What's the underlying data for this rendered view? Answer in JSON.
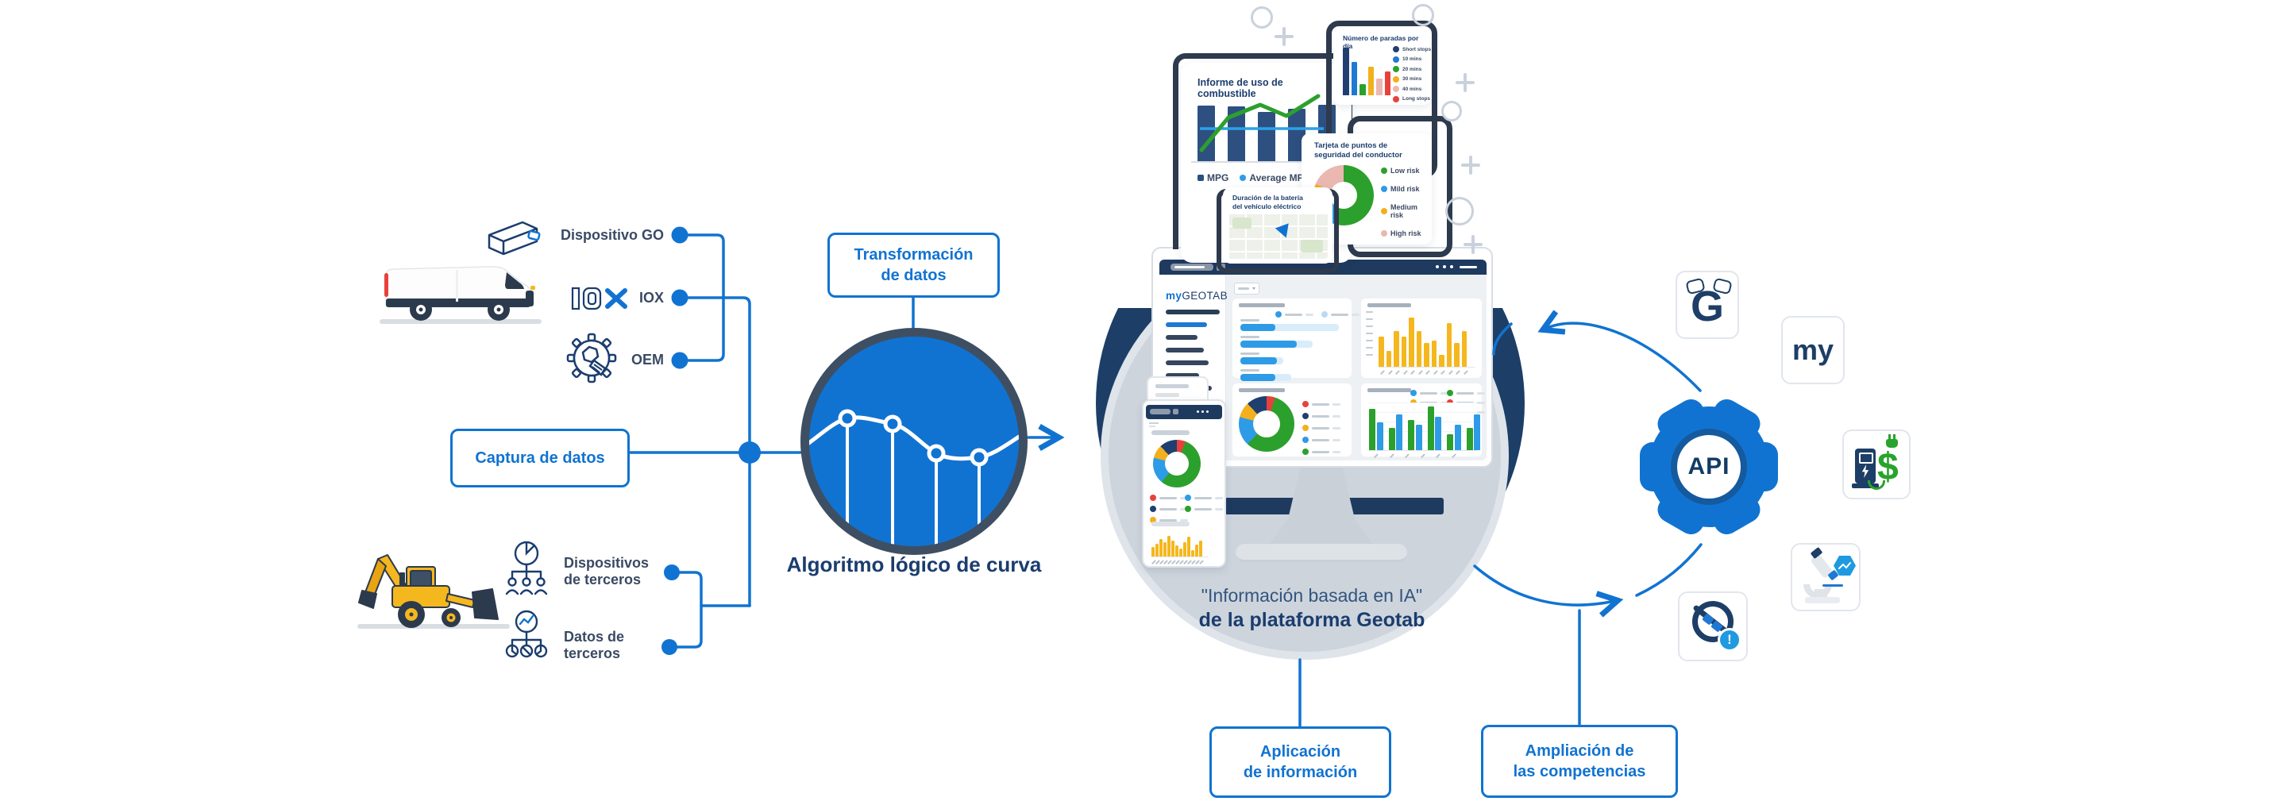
{
  "left": {
    "device_go_label": "Dispositivo GO",
    "iox_logo": "IOX",
    "iox_label": "IOX",
    "oem_label": "OEM",
    "captura_label": "Captura de datos",
    "dispositivos_line1": "Dispositivos",
    "dispositivos_line2": "de terceros",
    "datos_line1": "Datos de",
    "datos_line2": "terceros"
  },
  "center": {
    "transformacion_line1": "Transformación",
    "transformacion_line2": "de datos",
    "algoritmo_label": "Algoritmo lógico de curva"
  },
  "monitor": {
    "logo_my": "my",
    "logo_geotab": "GEOTAB",
    "caption_line1": "\"Información basada en IA\"",
    "caption_line2": "de la plataforma Geotab"
  },
  "right": {
    "api_label": "API",
    "g_icon_label": "G",
    "my_icon_label": "my",
    "aplicacion_line1": "Aplicación",
    "aplicacion_line2": "de información",
    "ampliacion_line1": "Ampliación de",
    "ampliacion_line2": "las competencias"
  },
  "cards": {
    "fuel": {
      "title": "Informe de uso de combustible",
      "bars": [
        70,
        69,
        62,
        66,
        71
      ],
      "line_points": "6,71 40,30 80,14 113,28 153,3",
      "avg_y": "44",
      "legend": [
        {
          "label": "MPG",
          "color": "#27507e",
          "shape": "square"
        },
        {
          "label": "Average MPG",
          "color": "#2e9be6",
          "shape": "circle"
        },
        {
          "label": "",
          "color": "#2ca02c",
          "shape": "circle"
        }
      ]
    },
    "stops": {
      "title": "Número de paradas por día",
      "values": [
        {
          "v": 60,
          "c": "#1f3f70"
        },
        {
          "v": 42,
          "c": "#1f78d1"
        },
        {
          "v": 14,
          "c": "#2ca02c"
        },
        {
          "v": 36,
          "c": "#f2b01e"
        },
        {
          "v": 21,
          "c": "#eab8b1"
        },
        {
          "v": 30,
          "c": "#e8413c"
        }
      ],
      "legend": [
        {
          "label": "Short stops",
          "color": "#1f3f70"
        },
        {
          "label": "10 mins",
          "color": "#1f78d1"
        },
        {
          "label": "20 mins",
          "color": "#2ca02c"
        },
        {
          "label": "30 mins",
          "color": "#f2b01e"
        },
        {
          "label": "40 mins",
          "color": "#eab8b1"
        },
        {
          "label": "Long stops",
          "color": "#e8413c"
        }
      ]
    },
    "safety": {
      "title_line1": "Tarjeta de puntos de",
      "title_line2": "seguridad del conductor",
      "donut": [
        {
          "color": "#2ca02c",
          "pct": 55
        },
        {
          "color": "#2e9be6",
          "pct": 18
        },
        {
          "color": "#f2b01e",
          "pct": 8
        },
        {
          "color": "#eab8b1",
          "pct": 19
        }
      ],
      "legend": [
        {
          "label": "Low risk",
          "color": "#2ca02c"
        },
        {
          "label": "Mild risk",
          "color": "#2e9be6"
        },
        {
          "label": "Medium risk",
          "color": "#f2b01e"
        },
        {
          "label": "High risk",
          "color": "#eab8b1"
        }
      ]
    },
    "battery": {
      "title_line1": "Duración de la batería",
      "title_line2": "del vehículo eléctrico"
    }
  },
  "dashboard": {
    "nav": [
      {
        "w": 68,
        "c": "#2c3e57"
      },
      {
        "w": 52,
        "c": "#1f78d1"
      },
      {
        "w": 40,
        "c": "#35455e"
      },
      {
        "w": 48,
        "c": "#35455e"
      },
      {
        "w": 54,
        "c": "#35455e"
      },
      {
        "w": 42,
        "c": "#35455e"
      },
      {
        "w": 58,
        "c": "#35455e"
      },
      {
        "w": 46,
        "c": "#35455e"
      },
      {
        "w": 50,
        "c": "#35455e"
      }
    ],
    "hbars": [
      {
        "fill": 44,
        "track": 124
      },
      {
        "fill": 71,
        "track": 91
      },
      {
        "fill": 46,
        "track": 54
      },
      {
        "fill": 44,
        "track": 64
      }
    ],
    "hbars_legend": [
      {
        "color": "#2e9be6"
      },
      {
        "color": "#bcd9f2"
      }
    ],
    "ybars": [
      38,
      20,
      45,
      38,
      62,
      45,
      30,
      33,
      15,
      55,
      30,
      45
    ],
    "donut": [
      {
        "color": "#e8413c",
        "pct": 5
      },
      {
        "color": "#2ca02c",
        "pct": 57
      },
      {
        "color": "#2e9be6",
        "pct": 17
      },
      {
        "color": "#f2b01e",
        "pct": 9
      },
      {
        "color": "#1f3f70",
        "pct": 12
      }
    ],
    "donut_legend": [
      {
        "color": "#e8413c"
      },
      {
        "color": "#1f3f70"
      },
      {
        "color": "#f2b01e"
      },
      {
        "color": "#2e9be6"
      },
      {
        "color": "#2ca02c"
      }
    ],
    "grouped": [
      {
        "a": 52,
        "b": 35
      },
      {
        "a": 28,
        "b": 45
      },
      {
        "a": 38,
        "b": 32
      },
      {
        "a": 55,
        "b": 42
      },
      {
        "a": 20,
        "b": 32
      },
      {
        "a": 28,
        "b": 45
      }
    ],
    "p4_legend_col1": [
      {
        "color": "#2e9be6"
      },
      {
        "color": "#f2b01e"
      }
    ],
    "p4_legend_col2": [
      {
        "color": "#2ca02c"
      },
      {
        "color": "#e8413c"
      },
      {
        "color": "#1f3f70"
      }
    ]
  },
  "phone": {
    "donut": [
      {
        "color": "#e8413c",
        "pct": 6
      },
      {
        "color": "#2ca02c",
        "pct": 55
      },
      {
        "color": "#2e9be6",
        "pct": 18
      },
      {
        "color": "#f2b01e",
        "pct": 9
      },
      {
        "color": "#1f3f70",
        "pct": 12
      }
    ],
    "legend_col1": [
      {
        "color": "#e8413c"
      },
      {
        "color": "#1f3f70"
      },
      {
        "color": "#f2b01e"
      }
    ],
    "legend_col2": [
      {
        "color": "#2e9be6"
      },
      {
        "color": "#2ca02c"
      }
    ],
    "ybars": [
      12,
      16,
      22,
      18,
      26,
      20,
      14,
      10,
      18,
      25,
      8,
      15,
      20
    ]
  },
  "chart_data": [
    {
      "type": "bar",
      "title": "Informe de uso de combustible",
      "series": [
        {
          "name": "MPG",
          "values": [
            70,
            69,
            62,
            66,
            71
          ]
        },
        {
          "name": "Average MPG",
          "values": [
            43,
            43,
            43,
            43,
            43
          ]
        },
        {
          "name": "trend-line",
          "values": [
            14,
            55,
            71,
            57,
            82
          ]
        }
      ],
      "legend_position": "bottom"
    },
    {
      "type": "bar",
      "title": "Número de paradas por día",
      "categories": [
        "Short stops",
        "10 mins",
        "20 mins",
        "30 mins",
        "40 mins",
        "Long stops"
      ],
      "values": [
        60,
        42,
        14,
        36,
        21,
        30
      ],
      "legend_position": "right"
    },
    {
      "type": "pie",
      "title": "Tarjeta de puntos de seguridad del conductor",
      "categories": [
        "Low risk",
        "Mild risk",
        "Medium risk",
        "High risk"
      ],
      "values": [
        55,
        18,
        8,
        19
      ],
      "legend_position": "right"
    },
    {
      "type": "map",
      "title": "Duración de la batería del vehículo eléctrico"
    }
  ],
  "colors": {
    "accent_blue": "#1173d1",
    "navy": "#1b3d6e",
    "outline_slate": "#2e3a4d",
    "circle_ring": "#3e4f63",
    "gray_circle": "#cdd4dc",
    "navy_circle": "#1d3e66",
    "yellow": "#f5b71e",
    "green": "#2ca02c",
    "red": "#e8413c",
    "pink": "#eab8b1"
  }
}
